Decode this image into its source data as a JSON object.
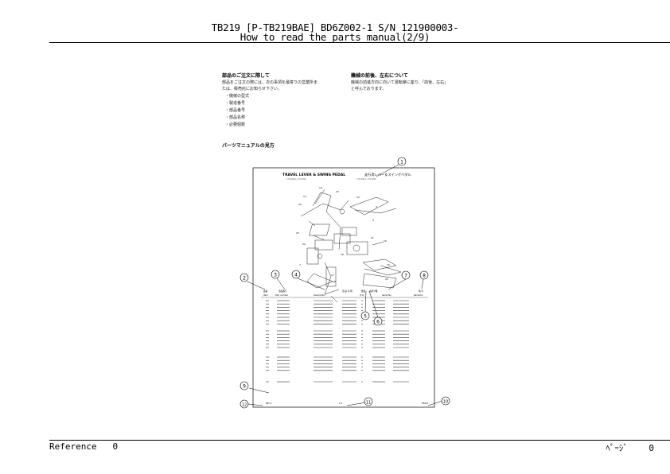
{
  "header": {
    "title_line1": "TB219 [P-TB219BAE] BD6Z002-1 S/N 121900003-",
    "title_line2": "How to read the parts manual(2/9)"
  },
  "footer": {
    "reference_label": "Reference",
    "reference_value": "0",
    "page_label": "ﾍﾟｰｼﾞ",
    "page_value": "0"
  },
  "left_text": {
    "heading": "部品のご注文に際して",
    "body": [
      "部品をご注文の際には、次の事項を最寄りの営業所ま",
      "たは、販売店にお知らせ下さい。"
    ],
    "items": [
      "・機械の型式",
      "・製造番号",
      "・部品番号",
      "・部品名称",
      "・必要個数"
    ]
  },
  "right_text": {
    "heading": "機械の前後、左右について",
    "body": [
      "機械の前進方向に向いて運転席に座り、「前後、左右」",
      "と呼んでおります。"
    ]
  },
  "section_heading": "パーツマニュアルの見方",
  "figure": {
    "page_title": "TRAVEL LEVER & SWING PEDAL",
    "page_title_jp": "走行用レバー＆スイングペダル",
    "col_headers": [
      "品番",
      "部品番号",
      "部 品 名 称",
      "数量",
      "適用号機",
      "備 考"
    ],
    "col_headers_en": [
      "Item",
      "Part number",
      "Description",
      "Q'ty",
      "Serial No.",
      "Remarks"
    ],
    "footer_left": "REV 1",
    "footer_center": "2-1",
    "footer_right": "TB219",
    "callouts": [
      "1",
      "2",
      "3",
      "4",
      "5",
      "6",
      "7",
      "8",
      "9",
      "10",
      "11",
      "12"
    ]
  }
}
